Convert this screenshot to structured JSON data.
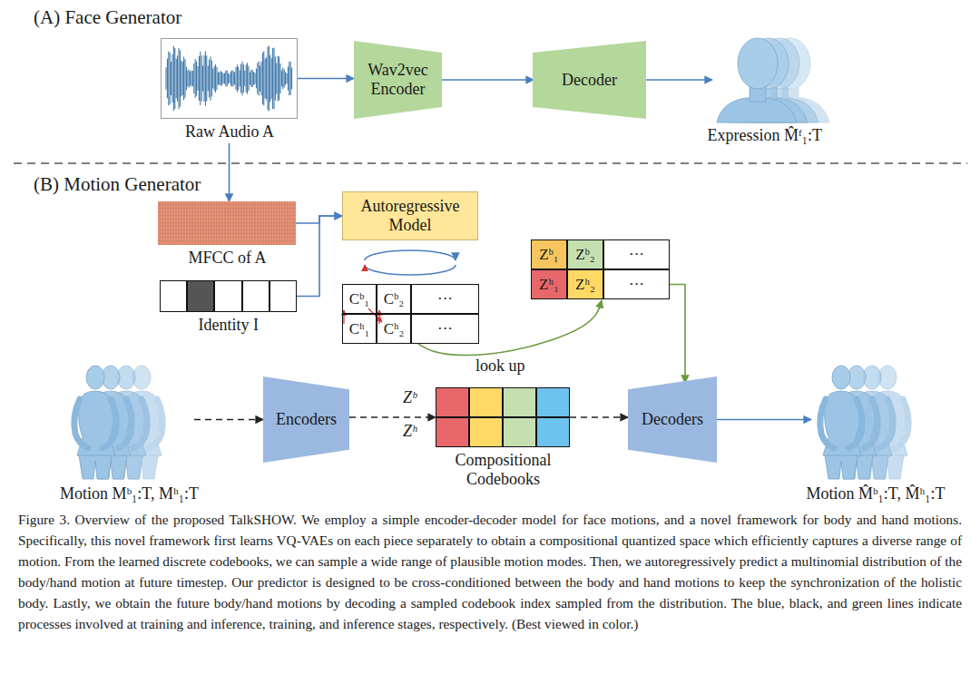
{
  "diagram": {
    "caption": "Figure 3. Overview of the proposed TalkSHOW. We employ a simple encoder-decoder model for face motions, and a novel framework for body and hand motions. Specifically, this novel framework first learns VQ-VAEs on each piece separately to obtain a compositional quantized space which efficiently captures a diverse range of motion. From the learned discrete codebooks, we can sample a wide range of plausible motion modes. Then, we autoregressively predict a multinomial distribution of the body/hand motion at future timestep. Our predictor is designed to be cross-conditioned between the body and hand motions to keep the synchronization of the holistic body. Lastly, we obtain the future body/hand motions by decoding a sampled codebook index sampled from the distribution. The blue, black, and green lines indicate processes involved at training and inference, training, and inference stages, respectively. (Best viewed in color.)",
    "nodes": [
      {
        "text": [
          "Raw Audio A"
        ]
      },
      {
        "text": [
          "Wav2vec Encoder"
        ]
      },
      {
        "text": [
          "Decoder"
        ]
      },
      {
        "text": [
          "Expression M̂ᶠ₁:T"
        ]
      },
      {
        "text": [
          "MFCC of A"
        ]
      },
      {
        "text": [
          "Autoregressive Model"
        ]
      },
      {
        "text": [
          "Zᵇ₁"
        ]
      },
      {
        "text": [
          "Zᵇ₂"
        ]
      },
      {
        "text": [
          "···"
        ]
      },
      {
        "text": [
          "Zʰ₁"
        ]
      },
      {
        "text": [
          "Zʰ₂"
        ]
      },
      {
        "text": [
          "···"
        ]
      },
      {
        "text": [
          "Identity I"
        ]
      },
      {
        "text": [
          "Cᵇ₁"
        ]
      },
      {
        "text": [
          "Cᵇ₂"
        ]
      },
      {
        "text": [
          "···"
        ]
      },
      {
        "text": [
          "Cʰ₁"
        ]
      },
      {
        "text": [
          "Cʰ₂"
        ]
      },
      {
        "text": [
          "···"
        ]
      },
      {
        "text": [
          "Motion Mᵇ₁:T, Mʰ₁:T"
        ]
      },
      {
        "text": [
          "Encoders"
        ]
      },
      {
        "text": [
          "Compositional Codebooks"
        ]
      },
      {
        "text": [
          "Decoders"
        ]
      },
      {
        "text": [
          "Motion M̂ᵇ₁:T, M̂ʰ₁:T"
        ]
      }
    ],
    "edges": [
      {
        "from": 0,
        "to": 1,
        "arrow": "to"
      },
      {
        "from": 1,
        "to": 2,
        "arrow": "to"
      },
      {
        "from": 2,
        "to": 3,
        "arrow": "to"
      },
      {
        "from": 0,
        "to": 4,
        "arrow": "to"
      },
      {
        "from": 4,
        "to": 5,
        "arrow": "to"
      },
      {
        "from": 12,
        "to": 5,
        "arrow": "to"
      },
      {
        "from": 18,
        "to": 10,
        "label": "look up",
        "arrow": "to"
      },
      {
        "from": 11,
        "to": 22,
        "arrow": "to"
      },
      {
        "from": 19,
        "to": 20,
        "arrow": "to"
      },
      {
        "from": 20,
        "to": 21,
        "arrow": "to"
      },
      {
        "from": 21,
        "to": 22,
        "arrow": "to"
      },
      {
        "from": 22,
        "to": 23,
        "arrow": "to"
      }
    ],
    "labels": [
      "(A) Face Generator",
      "(B) Motion Generator",
      "Zᵇ",
      "Zʰ"
    ]
  }
}
